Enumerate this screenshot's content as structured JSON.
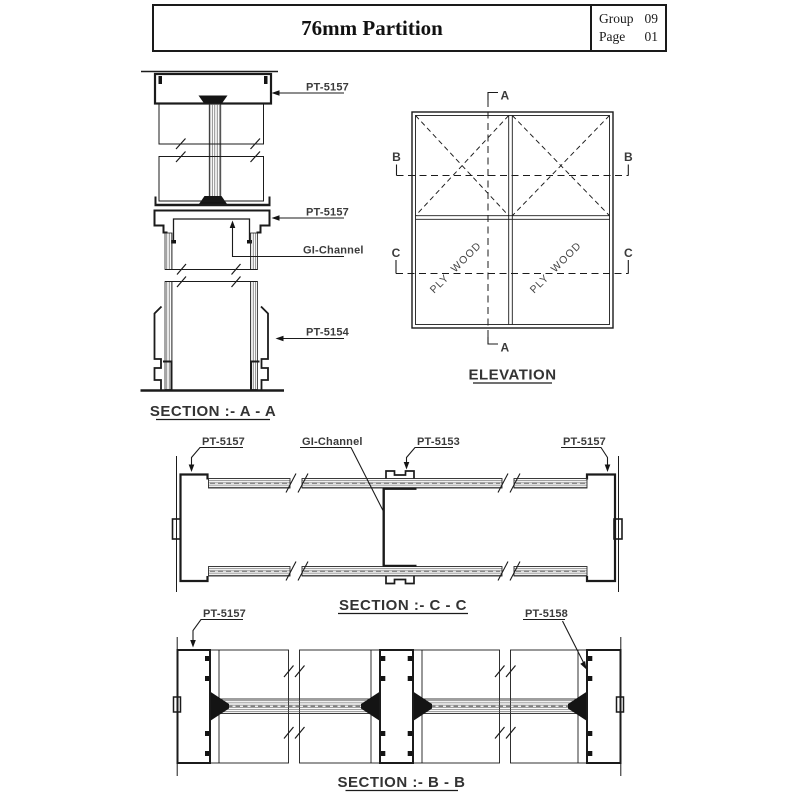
{
  "title_block": {
    "title": "76mm Partition",
    "group_label": "Group",
    "group_value": "09",
    "page_label": "Page",
    "page_value": "01"
  },
  "drawings": {
    "section_aa": {
      "caption": "SECTION :-  A - A",
      "label_top_track": "PT-5157",
      "label_mid_track": "PT-5157",
      "label_gi_channel": "GI-Channel",
      "label_floor_profile": "PT-5154"
    },
    "elevation": {
      "caption": "ELEVATION",
      "section_marker_a": "A",
      "section_marker_b": "B",
      "section_marker_c": "C",
      "panel_material": "PLY WOOD"
    },
    "section_cc": {
      "caption": "SECTION :-  C - C",
      "label_left_cap": "PT-5157",
      "label_gi_channel": "GI-Channel",
      "label_center_clip": "PT-5153",
      "label_right_cap": "PT-5157"
    },
    "section_bb": {
      "caption": "SECTION :- B - B",
      "label_left_stud": "PT-5157",
      "label_right_stud": "PT-5158"
    }
  },
  "colors": {
    "line": "#1b1b1b",
    "label_text": "#3b3b3b",
    "background": "#ffffff"
  }
}
